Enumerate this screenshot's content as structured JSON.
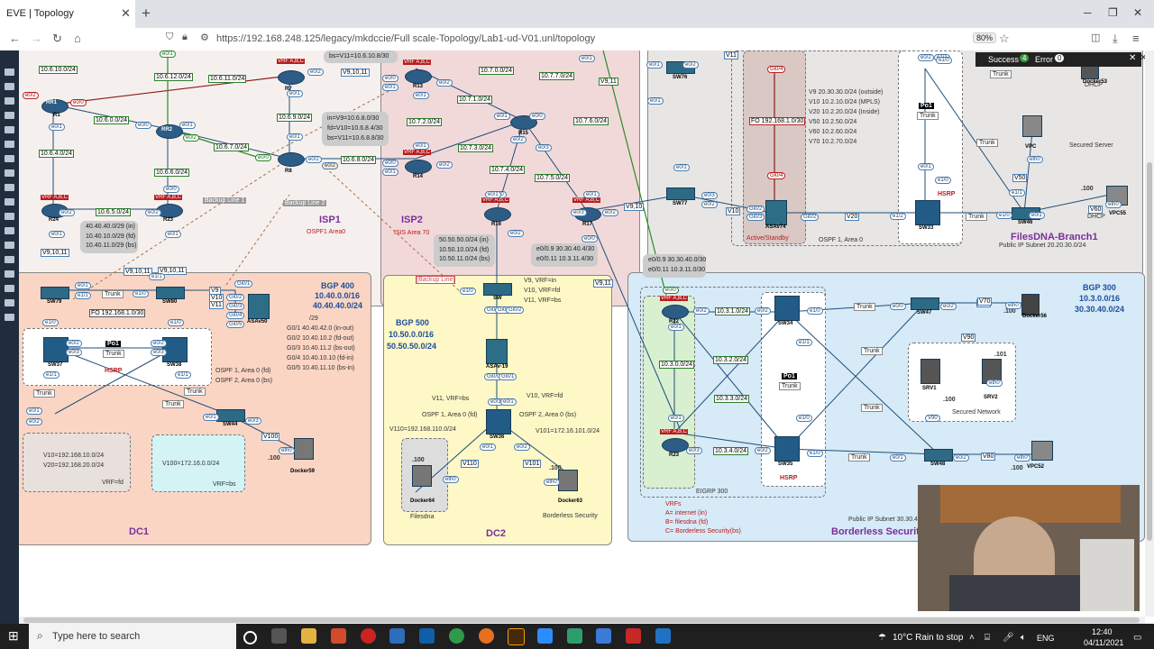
{
  "browser": {
    "tab_title": "EVE | Topology",
    "tab_close": "✕",
    "tab_new": "+",
    "window_controls": [
      "─",
      "❐",
      "✕"
    ],
    "url": "https://192.168.248.125/legacy/mkdccie/Full scale-Topology/Lab1-ud-V01.unl/topology",
    "zoom": "80%"
  },
  "toast": {
    "success_label": "Success",
    "success_count": "4",
    "error_label": "Error",
    "error_count": "0"
  },
  "regions": {
    "isp1": {
      "title": "ISP1",
      "sub": "OSPF1 Area0"
    },
    "isp2": {
      "title": "ISP2",
      "sub": "ISIS  Area 70"
    },
    "branch1": {
      "title": "FilesDNA-Branch1",
      "sub": "Public IP Subnet 20.20.30.0/24"
    },
    "dc1": {
      "title": "DC1",
      "bgp": [
        "BGP 400",
        "10.40.0.0/16",
        "40.40.40.0/24"
      ]
    },
    "dc2": {
      "title": "DC2",
      "bgp": [
        "BGP 500",
        "10.50.0.0/16",
        "50.50.50.0/24"
      ]
    },
    "borderless": {
      "title": "Borderless Securit",
      "bgp": [
        "BGP 300",
        "10.3.0.0/16",
        "30.30.40.0/24"
      ],
      "public": "Public IP Subnet 30.30.4"
    }
  },
  "notes": {
    "isp1_box": [
      "in=V9=10.6.8.0/30",
      "fd=V10=10.6.8.4/30",
      "bs=V11=10.6.8.8/30"
    ],
    "isp1_top": "bs=V11=10.6.10.8/30",
    "r24_box": [
      "40.40.40.0/29 (in)",
      "10.40.10.0/29 (fd)",
      "10.40.11.0/29 (bs)"
    ],
    "r16_box": [
      "50.50.50.0/24 (in)",
      "10.50.10.0/24 (fd)",
      "10.50.11.0/24 (bs)"
    ],
    "r17_box": [
      "e0/0.9   30.30.40.4/30",
      "e0/0.11  10.3.11.4/30"
    ],
    "r22_box": [
      "e0/0.9   30.30.40.0/30",
      "e0/0.11 10.3.11.0/30"
    ],
    "branch_vlans": [
      "V9 20.30.30.0/24 (outside)",
      "V10 10.2.10.0/24 (MPLS)",
      "V20 10.2.20.0/24 (Inside)",
      "V50 10.2.50.0/24",
      "V60 10.2.60.0/24",
      "V70 10.2.70.0/24"
    ],
    "branch_ospf": "OSPF 1, Area 0",
    "asa50_ifs": [
      "G0/1 40.40.42.0 (in-out)",
      "G0/2 10.40.10.2 (fd-out)",
      "G0/3 10.40.11.2 (bs-out)",
      "G0/4 10.40.10.10 (fd-in)",
      "G0/5 10.40.11.10 (bs-in)"
    ],
    "asa50_mask": "/29",
    "dc1_ospf": [
      "OSPF 1, Area 0 (fd)",
      "OSPF 2, Area 0 (bs)"
    ],
    "dc1_box1": [
      "V10=192.168.10.0/24",
      "V20=192.168.20.0/24",
      "VRF=fd"
    ],
    "dc1_box2": [
      "V100=172.16.0.0/24",
      "VRF=bs"
    ],
    "sw_vrfs": [
      "V9, VRF=in",
      "V10, VRF=fd",
      "V11, VRF=bs"
    ],
    "dc2_left": [
      "V11, VRF=bs",
      "OSPF 1, Area 0 (fd)",
      "V110=192.168.110.0/24"
    ],
    "dc2_right": [
      "V10, VRF=fd",
      "OSPF 2, Area 0 (bs)",
      "V101=172.16.101.0/24"
    ],
    "vrf_legend": [
      "VRFs",
      "A= internet (in)",
      "B= filesdna (fd)",
      "C= Borderless Security(bs)"
    ],
    "eigrp": "EIGRP 300",
    "fo_branch": "FO 192.168.1.0/30",
    "fo_dc1": "FO 192.168.1.0/30",
    "active_standby": "Active/Standby",
    "secured_server": "Secured Server",
    "secured_network": "Secured Network",
    "filesdna": "Filesdna",
    "borderless_security": "Borderless Security",
    "backup1": "Backup Line 1",
    "backup2": "Backup Line 2",
    "backup_line": "[Backup Line]",
    "dhcp1": "DHCP",
    "dhcp2": "DHCP"
  },
  "devices": [
    {
      "name": "RR1",
      "type": "router"
    },
    {
      "name": "R1",
      "type": "label"
    },
    {
      "name": "RR2",
      "type": "router"
    },
    {
      "name": "R7",
      "type": "router"
    },
    {
      "name": "R8",
      "type": "router"
    },
    {
      "name": "R13",
      "type": "router"
    },
    {
      "name": "R14",
      "type": "router"
    },
    {
      "name": "R15",
      "type": "router"
    },
    {
      "name": "R16",
      "type": "router"
    },
    {
      "name": "R17",
      "type": "router"
    },
    {
      "name": "R22",
      "type": "router"
    },
    {
      "name": "R23",
      "type": "router"
    },
    {
      "name": "R23",
      "type": "router"
    },
    {
      "name": "R24",
      "type": "router"
    },
    {
      "name": "SW76",
      "type": "switch"
    },
    {
      "name": "SW77",
      "type": "switch"
    },
    {
      "name": "SW79",
      "type": "switch"
    },
    {
      "name": "SW80",
      "type": "switch"
    },
    {
      "name": "SW44",
      "type": "switch"
    },
    {
      "name": "SW47",
      "type": "switch"
    },
    {
      "name": "SW48",
      "type": "switch"
    },
    {
      "name": "SW46",
      "type": "switch"
    },
    {
      "name": "SW",
      "type": "switch"
    },
    {
      "name": "SW33",
      "type": "l3"
    },
    {
      "name": "SW34",
      "type": "l3"
    },
    {
      "name": "SW35",
      "type": "l3"
    },
    {
      "name": "SW36",
      "type": "l3"
    },
    {
      "name": "SW37",
      "type": "l3"
    },
    {
      "name": "SW38",
      "type": "l3"
    },
    {
      "name": "ASAv74",
      "type": "asa"
    },
    {
      "name": "ASAv50",
      "type": "asa"
    },
    {
      "name": "ASAv-19",
      "type": "asa"
    },
    {
      "name": "Docker53",
      "type": "host"
    },
    {
      "name": "Docker56",
      "type": "host"
    },
    {
      "name": "Docker59",
      "type": "host"
    },
    {
      "name": "Docker64",
      "type": "host"
    },
    {
      "name": "Docker63",
      "type": "host"
    },
    {
      "name": "VPC",
      "type": "host"
    },
    {
      "name": "VPC55",
      "type": "host"
    },
    {
      "name": "VPC52",
      "type": "host"
    },
    {
      "name": "SRV1",
      "type": "host"
    },
    {
      "name": "SRV2",
      "type": "host"
    }
  ],
  "vrf_tag": "VRF A,B,C",
  "subnets": [
    "10.6.10.0/24",
    "10.6.12.0/24",
    "10.6.11.0/24",
    "10.6.0.0/24",
    "10.6.4.0/24",
    "10.6.7.0/24",
    "10.6.9.0/24",
    "10.6.6.0/24",
    "10.6.5.0/24",
    "10.6.8.0/24",
    "10.7.0.0/24",
    "10.7.7.0/24",
    "10.7.1.0/24",
    "10.7.2.0/24",
    "10.7.3.0/24",
    "10.7.4.0/24",
    "10.7.5.0/24",
    "10.7.6.0/24",
    "10.3.1.0/24",
    "10.3.2.0/24",
    "10.3.0.0/24",
    "10.3.3.0/24",
    "10.3.4.0/24"
  ],
  "vlans": [
    "V9,10,11",
    "V9,10,11",
    "V9,10,11",
    "V9,10,11",
    "V9,10",
    "V9,11",
    "V9,11",
    "V10",
    "V11",
    "V20",
    "V50",
    "V60",
    "V70",
    "V80",
    "V90",
    "V100",
    "V110",
    "V101",
    "V9",
    "V10",
    "V11",
    "V70"
  ],
  "trunk_label": "Trunk",
  "po_label": "Po1",
  "addresses": [
    ".100",
    ".100",
    ".100",
    ".100",
    ".100",
    ".100",
    ".101",
    ".100"
  ],
  "webcam_label": "webcam-overlay",
  "taskbar": {
    "search_placeholder": "Type here to search",
    "weather": "10°C  Rain to stop",
    "lang": "ENG",
    "time": "12:40",
    "date": "04/11/2021"
  },
  "colors": {
    "isp1_bg": "#f5f0ee",
    "isp2_bg": "#f2d9d9",
    "dc1_bg": "#fbd5c4",
    "dc2_bg": "#fdf8c6",
    "borderless_bg": "#d6eaf7",
    "branch_bg": "#e7e6e4",
    "vrf_red": "#b81c1c",
    "subnet_green": "#2a7d2a"
  }
}
